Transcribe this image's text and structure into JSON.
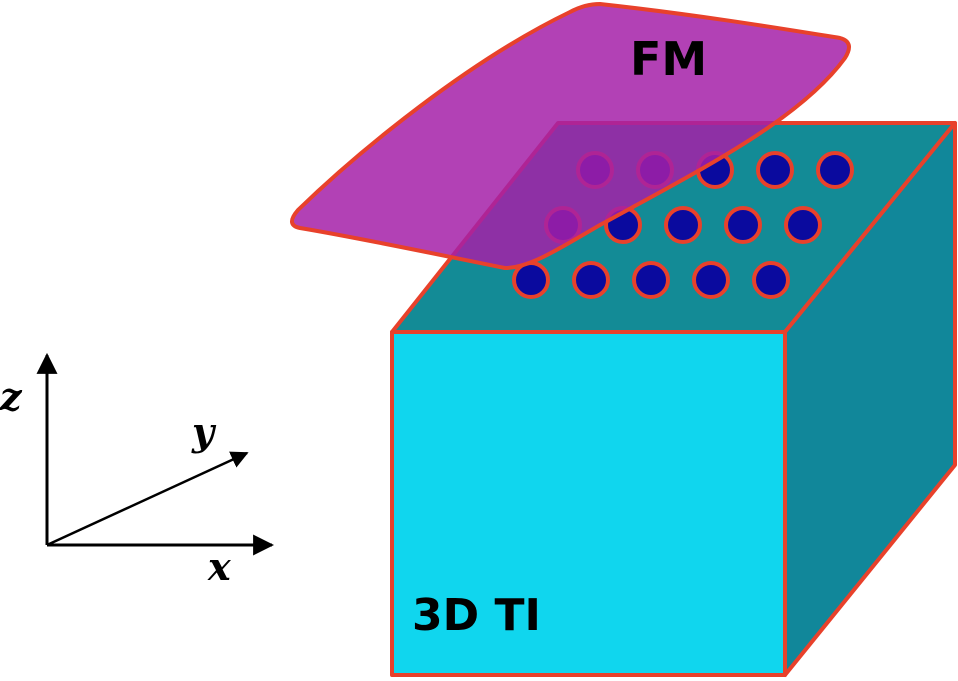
{
  "labels": {
    "fm": "FM",
    "ti": "3D TI"
  },
  "axes": {
    "x": "x",
    "y": "y",
    "z": "z"
  },
  "colors": {
    "cube_front": "#10d6ee",
    "cube_top": "#138b96",
    "cube_side": "#11879a",
    "cube_edge": "#e8412b",
    "fm_sheet": "#a520a8",
    "dot_fill": "#0a0a9e",
    "dot_edge": "#e8412b",
    "text": "#000000"
  },
  "dot_array": {
    "rows": 3,
    "columns": 5
  }
}
